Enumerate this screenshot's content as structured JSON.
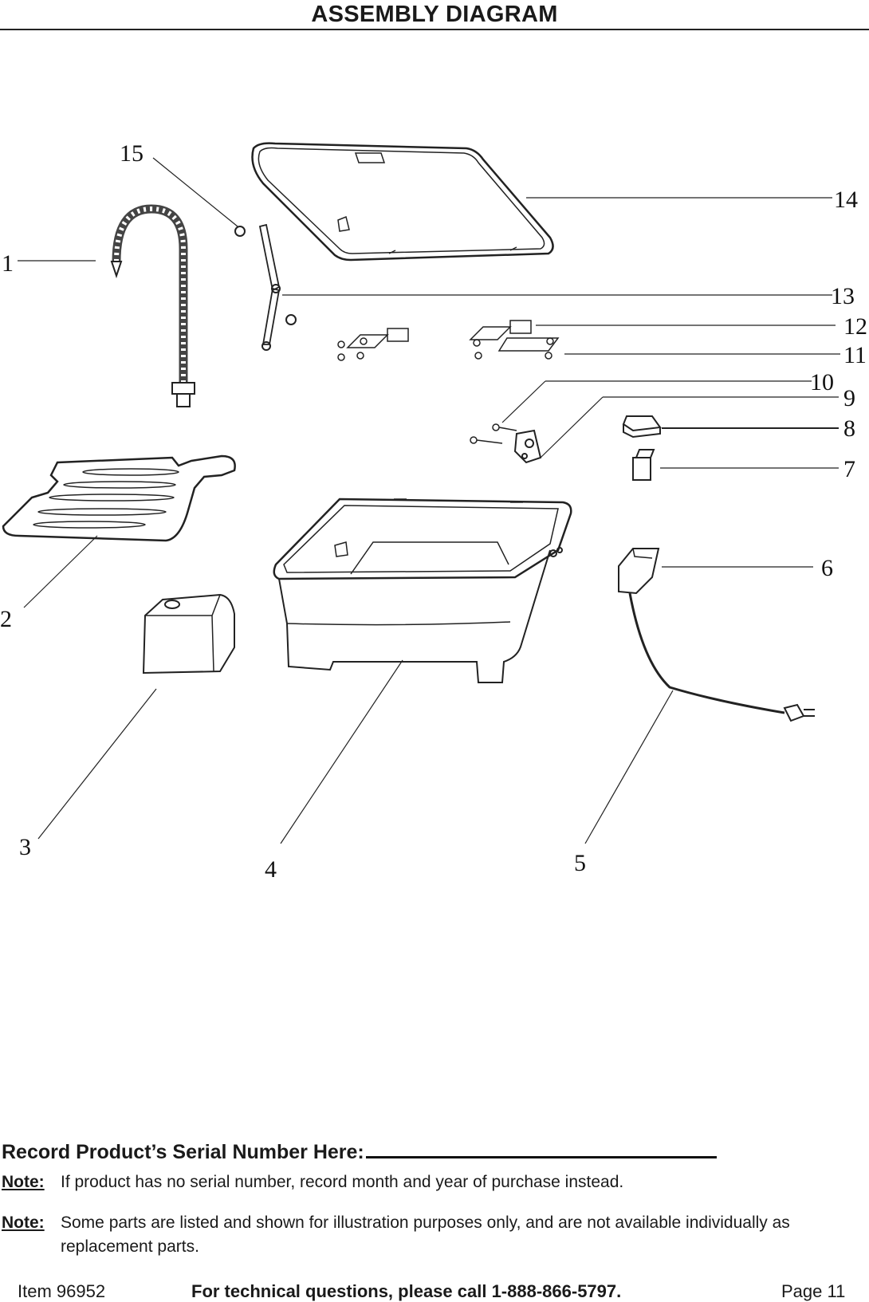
{
  "header": {
    "title": "ASSEMBLY DIAGRAM"
  },
  "diagram": {
    "callouts": [
      "1",
      "2",
      "3",
      "4",
      "5",
      "6",
      "7",
      "8",
      "9",
      "10",
      "11",
      "12",
      "13",
      "14",
      "15"
    ]
  },
  "serial": {
    "label": "Record Product’s Serial Number Here:"
  },
  "notes": [
    {
      "label": "Note:",
      "text": "If product has no serial number, record month and year of purchase instead."
    },
    {
      "label": "Note:",
      "text": "Some parts are listed and shown for illustration purposes only, and are not available individually as replacement parts."
    }
  ],
  "footer": {
    "item": "Item 96952",
    "support": "For technical questions, please call 1-888-866-5797.",
    "page": "Page 11"
  }
}
